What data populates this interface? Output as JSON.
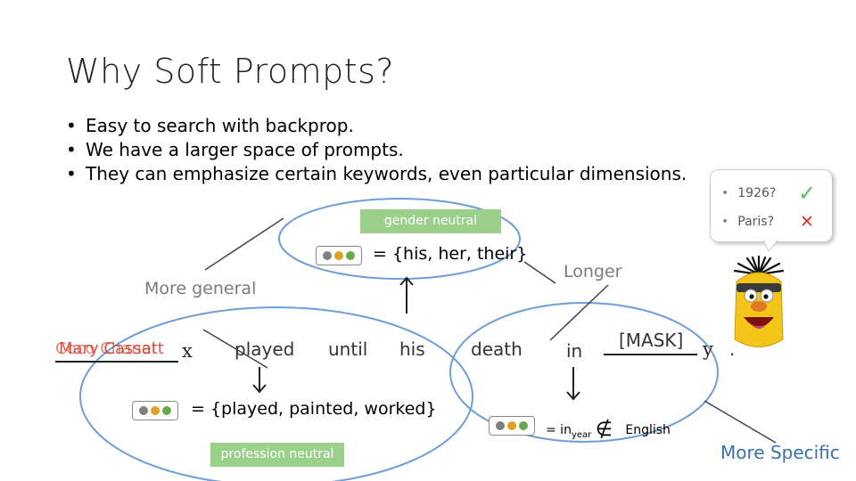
{
  "title": "Why Soft Prompts?",
  "bullets": [
    "Easy to search with backprop.",
    "We have a larger space of prompts.",
    "They can emphasize certain keywords, even particular dimensions."
  ],
  "bubble": {
    "items": [
      {
        "text": "1926?",
        "mark": "✓",
        "mark_color": "#5cb85c"
      },
      {
        "text": "Paris?",
        "mark": "✕",
        "mark_color": "#d9342b"
      }
    ]
  },
  "labels": {
    "gender_neutral": "gender neutral",
    "profession_neutral": "profession neutral",
    "more_general": "More general",
    "longer": "Longer",
    "more_specific": "More Specific"
  },
  "sentence": {
    "subject_a": "Mary Cassatt",
    "subject_b": "Coco Chanel",
    "x": "x",
    "played": "played",
    "until": "until",
    "his": "his",
    "death": "death",
    "in": "in",
    "mask": "[MASK]",
    "y": "y",
    "dot": "."
  },
  "equations": {
    "his_set": "= {his, her, their}",
    "played_set": "= {played, painted, worked}",
    "in_eq_prefix": "= in",
    "in_eq_sub": "year",
    "in_eq_symbol": "∉",
    "in_eq_suffix": "English"
  },
  "colors": {
    "dot_gray": "#7f7f7f",
    "dot_orange": "#e0a020",
    "dot_green": "#6aa84f",
    "ellipse_blue": "#6d9ed8",
    "subject_red": "#d9342b"
  }
}
